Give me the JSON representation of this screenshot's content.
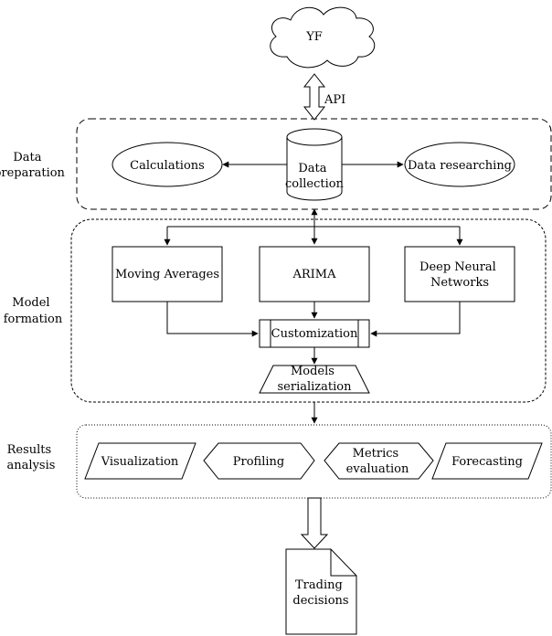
{
  "nodes": {
    "yf": "YF",
    "api": "API",
    "calculations": "Calculations",
    "data_collection": [
      "Data",
      "collection"
    ],
    "data_researching": "Data researching",
    "moving_averages": "Moving Averages",
    "arima": "ARIMA",
    "deep_neural_networks": [
      "Deep Neural",
      "Networks"
    ],
    "customization": "Customization",
    "models_serialization": [
      "Models",
      "serialization"
    ],
    "visualization": "Visualization",
    "profiling": "Profiling",
    "metrics_evaluation": [
      "Metrics",
      "evaluation"
    ],
    "forecasting": "Forecasting",
    "trading_decisions": [
      "Trading",
      "decisions"
    ]
  },
  "stages": {
    "data_preparation": [
      "Data",
      "preparation"
    ],
    "model_formation": [
      "Model",
      "formation"
    ],
    "results_analysis": [
      "Results",
      "analysis"
    ]
  }
}
